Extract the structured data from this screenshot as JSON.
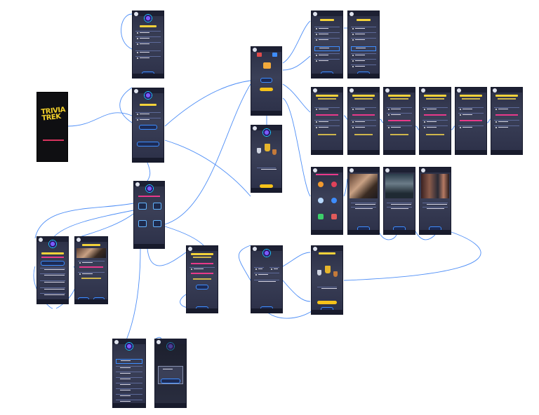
{
  "app": {
    "splash_title_line1": "TRIVIA",
    "splash_title_line2": "TREK"
  },
  "colors": {
    "wire": "#3b82f6",
    "screen_bg": "#2f3450",
    "accent_yellow": "#f5c21a",
    "accent_pink": "#e8398a",
    "accent_blue": "#3e8dff"
  },
  "screens": [
    {
      "id": "splash",
      "kind": "splash"
    },
    {
      "id": "menu-a",
      "kind": "list"
    },
    {
      "id": "menu-b",
      "kind": "form"
    },
    {
      "id": "mode-select",
      "kind": "tiles"
    },
    {
      "id": "lobby",
      "kind": "home"
    },
    {
      "id": "leaderboard-podium",
      "kind": "podium"
    },
    {
      "id": "category-list-1",
      "kind": "list"
    },
    {
      "id": "category-list-2",
      "kind": "list"
    },
    {
      "id": "question-1",
      "kind": "question"
    },
    {
      "id": "question-2",
      "kind": "question"
    },
    {
      "id": "question-3",
      "kind": "question"
    },
    {
      "id": "question-4",
      "kind": "question"
    },
    {
      "id": "question-5",
      "kind": "question"
    },
    {
      "id": "question-6",
      "kind": "question"
    },
    {
      "id": "category-grid",
      "kind": "icon-grid"
    },
    {
      "id": "picture-question-1",
      "kind": "photo"
    },
    {
      "id": "picture-question-2",
      "kind": "photo"
    },
    {
      "id": "picture-question-3",
      "kind": "photo"
    },
    {
      "id": "results-podium",
      "kind": "podium"
    },
    {
      "id": "settings",
      "kind": "form"
    },
    {
      "id": "rules",
      "kind": "text"
    },
    {
      "id": "quiz-detail",
      "kind": "text"
    },
    {
      "id": "answer-list",
      "kind": "list"
    },
    {
      "id": "history-list",
      "kind": "list"
    },
    {
      "id": "history-dialog",
      "kind": "dialog"
    }
  ]
}
